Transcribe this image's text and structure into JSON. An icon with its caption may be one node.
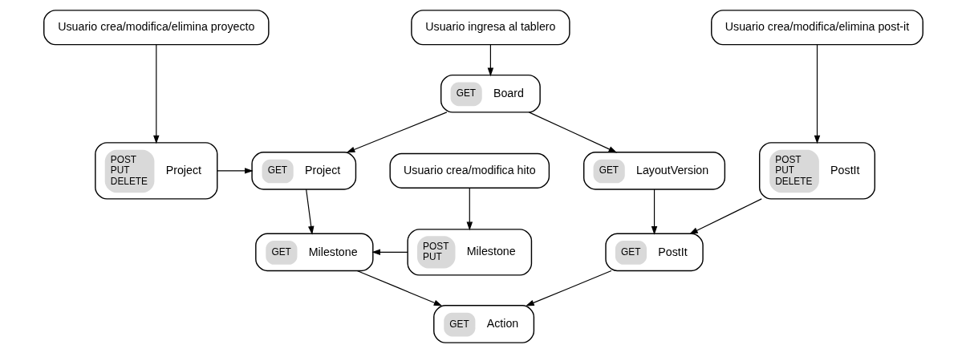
{
  "diagram": {
    "nodes": [
      {
        "text": [
          "Usuario ingresa al tablero"
        ]
      },
      {
        "text": [
          "GET",
          "Board"
        ]
      },
      {
        "text": [
          "Usuario crea/modifica/elimina post-it"
        ]
      },
      {
        "text": [
          "Usuario crea/modifica/elimina proyecto"
        ]
      },
      {
        "text": [
          "POST PUT DELETE",
          "PostIt"
        ]
      },
      {
        "text": [
          "GET",
          "LayoutVersion"
        ]
      },
      {
        "text": [
          "GET",
          "Project"
        ]
      },
      {
        "text": [
          "POST PUT DELETE",
          "Project"
        ]
      },
      {
        "text": [
          "Usuario crea/modifica hito"
        ]
      },
      {
        "text": [
          "GET",
          "PostIt"
        ]
      },
      {
        "text": [
          "GET",
          "Milestone"
        ]
      },
      {
        "text": [
          "POST PUT",
          "Milestone"
        ]
      },
      {
        "text": [
          "GET",
          "Action"
        ]
      }
    ],
    "edges": [
      {
        "from": 0,
        "to": 1,
        "arrow": "to"
      },
      {
        "from": 1,
        "to": 5,
        "arrow": "to"
      },
      {
        "from": 1,
        "to": 6,
        "arrow": "to"
      },
      {
        "from": 2,
        "to": 4,
        "arrow": "to"
      },
      {
        "from": 3,
        "to": 7,
        "arrow": "to"
      },
      {
        "from": 7,
        "to": 6,
        "arrow": "to"
      },
      {
        "from": 5,
        "to": 9,
        "arrow": "to"
      },
      {
        "from": 6,
        "to": 10,
        "arrow": "to"
      },
      {
        "from": 4,
        "to": 9,
        "arrow": "to"
      },
      {
        "from": 8,
        "to": 11,
        "arrow": "to"
      },
      {
        "from": 11,
        "to": 10,
        "arrow": "to"
      },
      {
        "from": 9,
        "to": 12,
        "arrow": "to"
      },
      {
        "from": 10,
        "to": 12,
        "arrow": "to"
      }
    ]
  }
}
